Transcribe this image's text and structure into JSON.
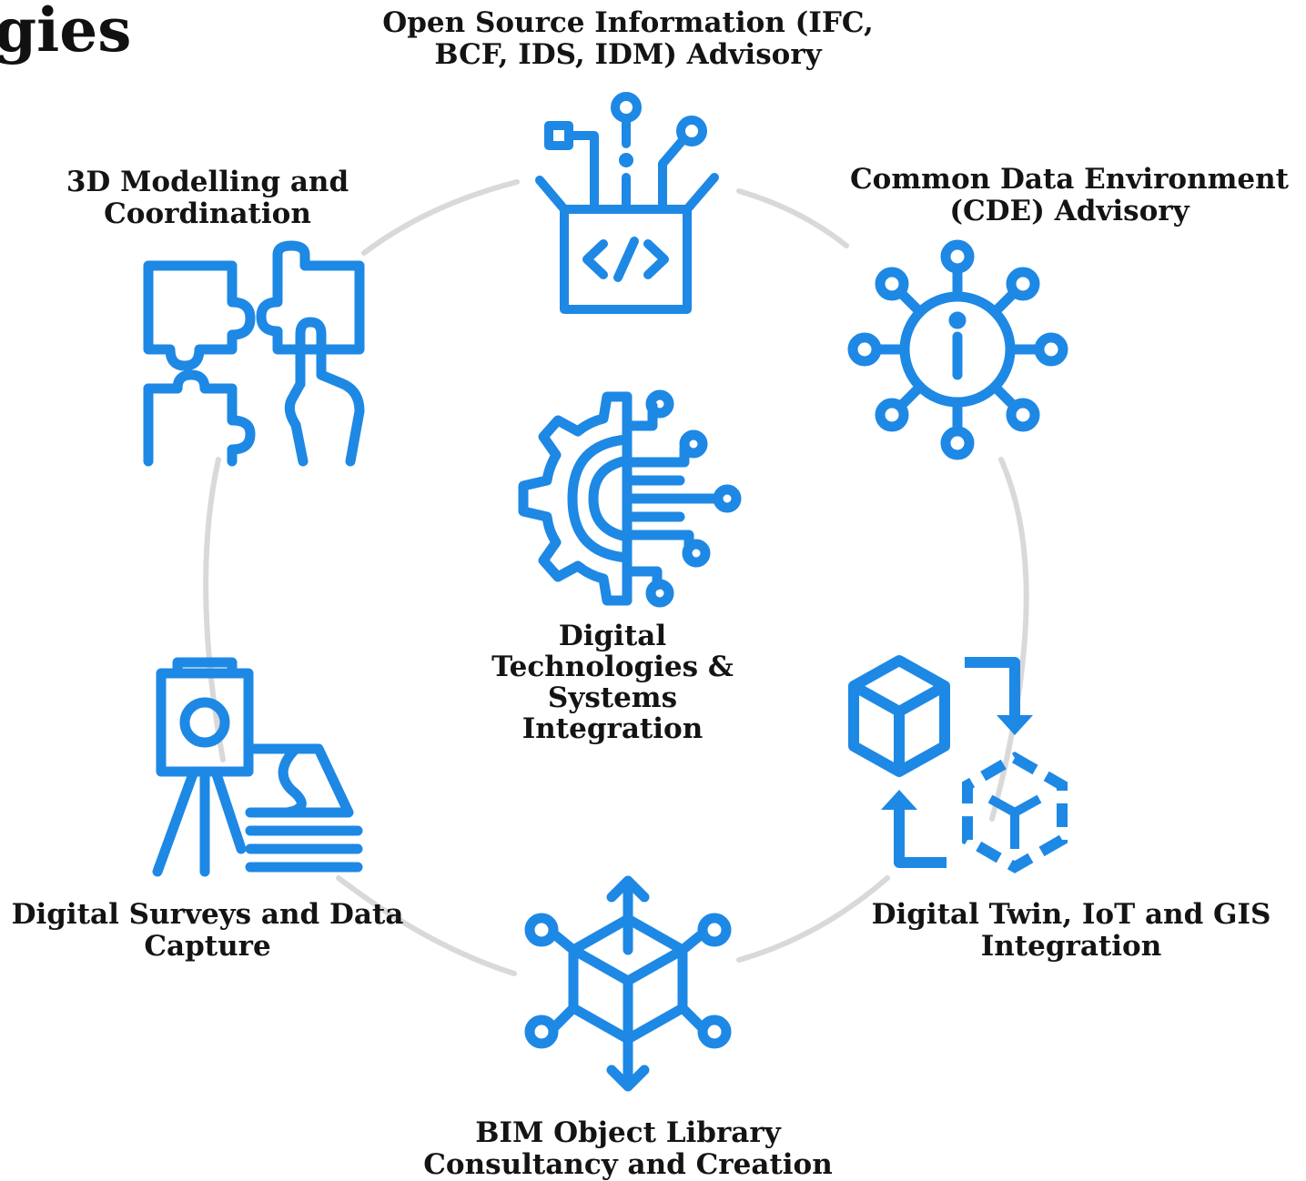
{
  "page": {
    "heading_fragment": "gies",
    "accent_color": "#1e88e5",
    "ring_color": "#d9d9d9"
  },
  "center": {
    "icon": "gear-circuit-icon",
    "label": [
      "Digital",
      "Technologies &",
      "Systems",
      "Integration"
    ]
  },
  "nodes": [
    {
      "id": "open-source",
      "icon": "code-box-network-icon",
      "label": [
        "Open Source Information (IFC,",
        "BCF, IDS, IDM) Advisory"
      ]
    },
    {
      "id": "cde",
      "icon": "info-network-icon",
      "label": [
        "Common Data Environment",
        "(CDE) Advisory"
      ]
    },
    {
      "id": "digital-twin",
      "icon": "cube-transform-icon",
      "label": [
        "Digital Twin, IoT and GIS",
        "Integration"
      ]
    },
    {
      "id": "bim-library",
      "icon": "network-cube-icon",
      "label": [
        "BIM Object Library",
        "Consultancy and Creation"
      ]
    },
    {
      "id": "surveys",
      "icon": "surveying-tripod-icon",
      "label": [
        "Digital Surveys and Data",
        "Capture"
      ]
    },
    {
      "id": "modelling",
      "icon": "puzzle-hand-icon",
      "label": [
        "3D Modelling and",
        "Coordination"
      ]
    }
  ]
}
